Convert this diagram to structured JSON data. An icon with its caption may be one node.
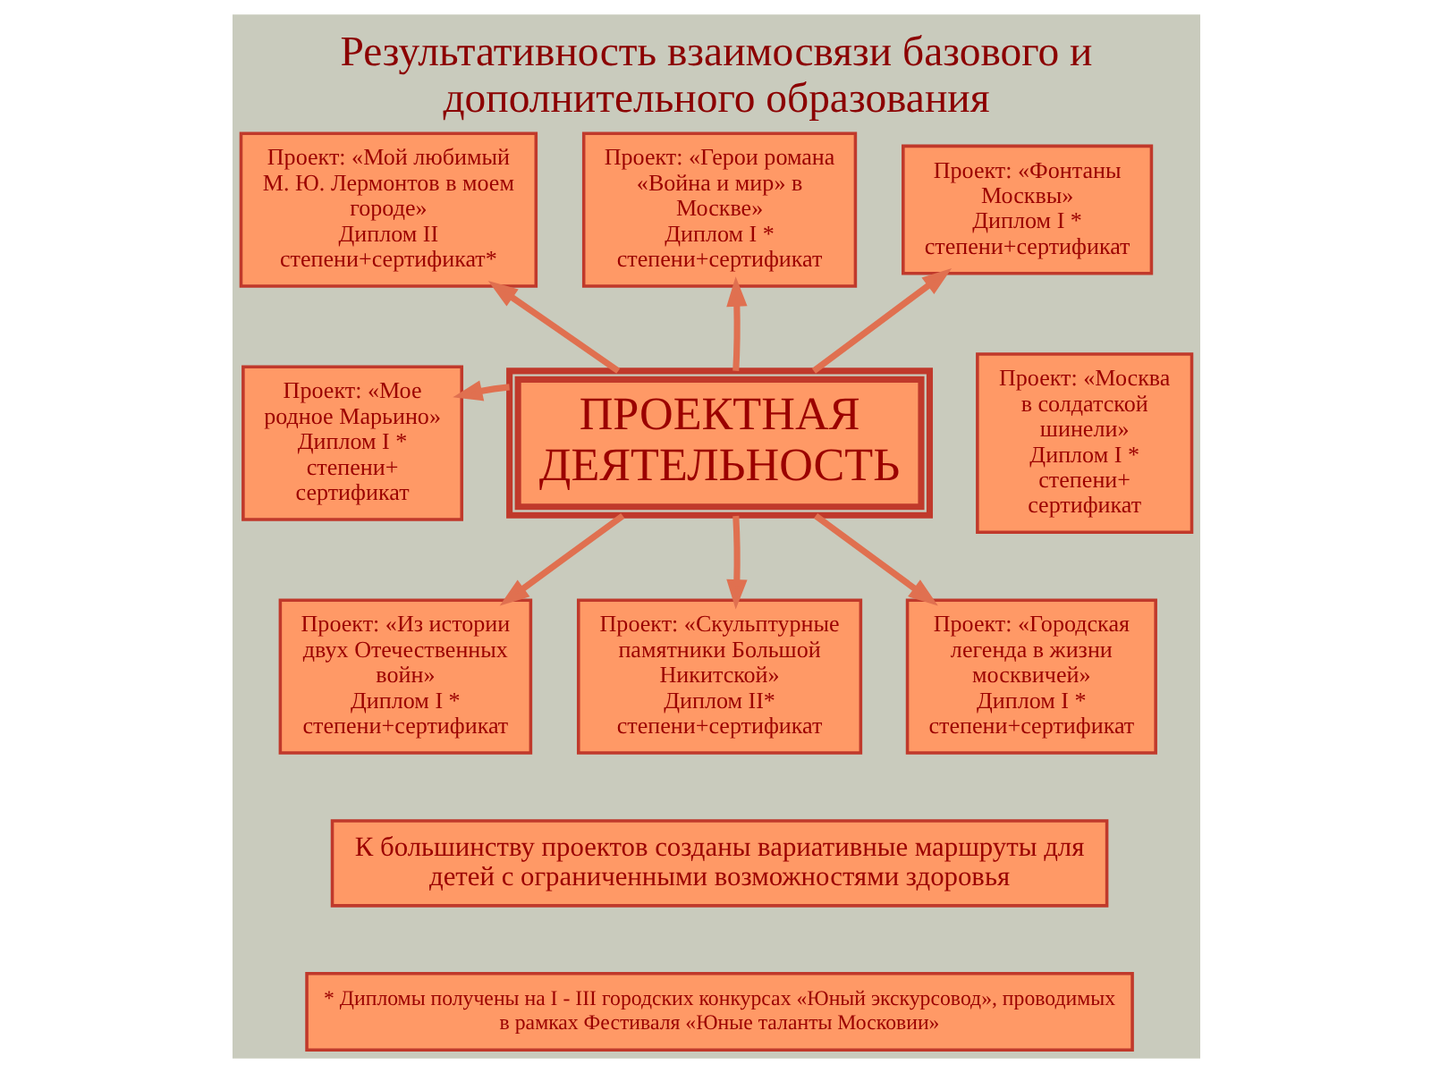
{
  "diagram": {
    "title": "Результативность взаимосвязи базового и дополнительного образования",
    "nodes": [
      {
        "text": [
          "Проект: «Мой любимый М. Ю. Лермонтов в моем городе»",
          "Диплом II степени+сертификат*"
        ]
      },
      {
        "text": [
          "Проект: «Герои романа «Война и мир» в Москве»",
          "Диплом I * степени+сертификат"
        ]
      },
      {
        "text": [
          "Проект: «Фонтаны Москвы»",
          "Диплом I * степени+сертификат"
        ]
      },
      {
        "text": [
          "Проект: «Мое родное Марьино»",
          "Диплом I * степени+ сертификат"
        ]
      },
      {
        "text": [
          "ПРОЕКТНАЯ ДЕЯТЕЛЬНОСТЬ"
        ]
      },
      {
        "text": [
          "Проект: «Москва в солдатской шинели»",
          "Диплом I * степени+ сертификат"
        ]
      },
      {
        "text": [
          "Проект: «Из истории двух Отечественных войн»",
          "Диплом I * степени+сертификат"
        ]
      },
      {
        "text": [
          "Проект: «Скульптурные памятники Большой Никитской»",
          "Диплом II* степени+сертификат"
        ]
      },
      {
        "text": [
          "Проект: «Городская легенда в жизни москвичей»",
          "Диплом I * степени+сертификат"
        ]
      },
      {
        "text": [
          "К большинству проектов созданы вариативные маршруты для детей с ограниченными возможностями здоровья"
        ]
      },
      {
        "text": [
          "* Дипломы получены на I - III городских конкурсах «Юный экскурсовод», проводимых в рамках Фестиваля «Юные таланты Московии»"
        ]
      }
    ],
    "edges": [
      {
        "from": 4,
        "to": 0,
        "arrow": "to"
      },
      {
        "from": 4,
        "to": 1,
        "arrow": "to"
      },
      {
        "from": 4,
        "to": 2,
        "arrow": "to"
      },
      {
        "from": 4,
        "to": 3,
        "arrow": "to"
      },
      {
        "from": 4,
        "to": 6,
        "arrow": "to"
      },
      {
        "from": 4,
        "to": 7,
        "arrow": "to"
      },
      {
        "from": 4,
        "to": 8,
        "arrow": "to"
      }
    ]
  }
}
